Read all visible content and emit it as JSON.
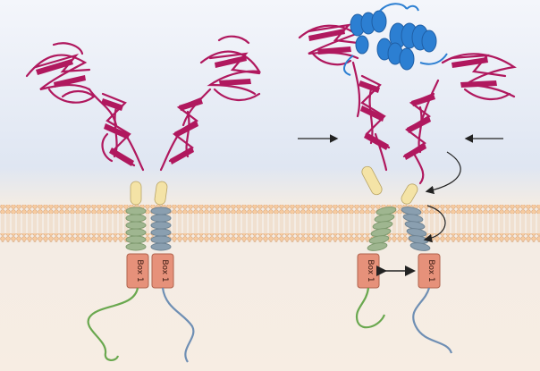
{
  "labels": {
    "box_left_a": "Box 1",
    "box_left_b": "Box 1",
    "box_right_a": "Box 1",
    "box_right_b": "Box 1"
  },
  "colors": {
    "background_top": "#dfe6f2",
    "background_bottom": "#f7ede3",
    "protein_strand": "#b0185e",
    "ligand_helix": "#2c7fd2",
    "linker": "#f4e3a6",
    "helix_green": "#9fb690",
    "helix_blue": "#8a9fb0",
    "box_fill": "#e6917a",
    "tail_green": "#6aa84f",
    "tail_blue": "#6f8fb4",
    "membrane_head": "#f6cba0"
  }
}
